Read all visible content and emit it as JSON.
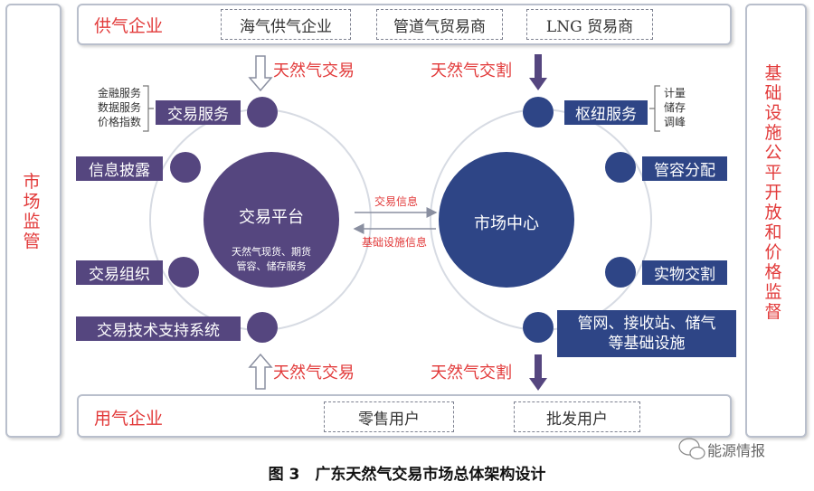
{
  "supply": {
    "label": "供气企业",
    "boxes": [
      "海气供气企业",
      "管道气贸易商",
      "LNG 贸易商"
    ]
  },
  "demand": {
    "label": "用气企业",
    "boxes": [
      "零售用户",
      "批发用户"
    ]
  },
  "left_side": {
    "text": "市场监管"
  },
  "right_side": {
    "text": "基础设施公平开放和价格监督"
  },
  "flows": {
    "top_left": "天然气交易",
    "top_right": "天然气交割",
    "bottom_left": "天然气交易",
    "bottom_right": "天然气交割"
  },
  "platform": {
    "title": "交易平台",
    "desc_line1": "天然气现货、期货",
    "desc_line2": "管容、储存服务"
  },
  "center": {
    "title": "市场中心"
  },
  "links": {
    "forward": "交易信息",
    "backward": "基础设施信息"
  },
  "left_nodes": [
    "交易服务",
    "信息披露",
    "交易组织",
    "交易技术支持系统"
  ],
  "left_services": [
    "金融服务",
    "数据服务",
    "价格指数"
  ],
  "right_nodes": [
    "枢纽服务",
    "管容分配",
    "实物交割"
  ],
  "right_bottom_node": {
    "line1": "管网、接收站、储气",
    "line2": "等基础设施"
  },
  "right_services": [
    "计量",
    "储存",
    "调峰"
  ],
  "caption": "图 3　广东天然气交易市场总体架构设计",
  "watermark": "能源情报",
  "colors": {
    "purple": "#55467f",
    "blue": "#2e4586",
    "red": "#e23a3a"
  }
}
